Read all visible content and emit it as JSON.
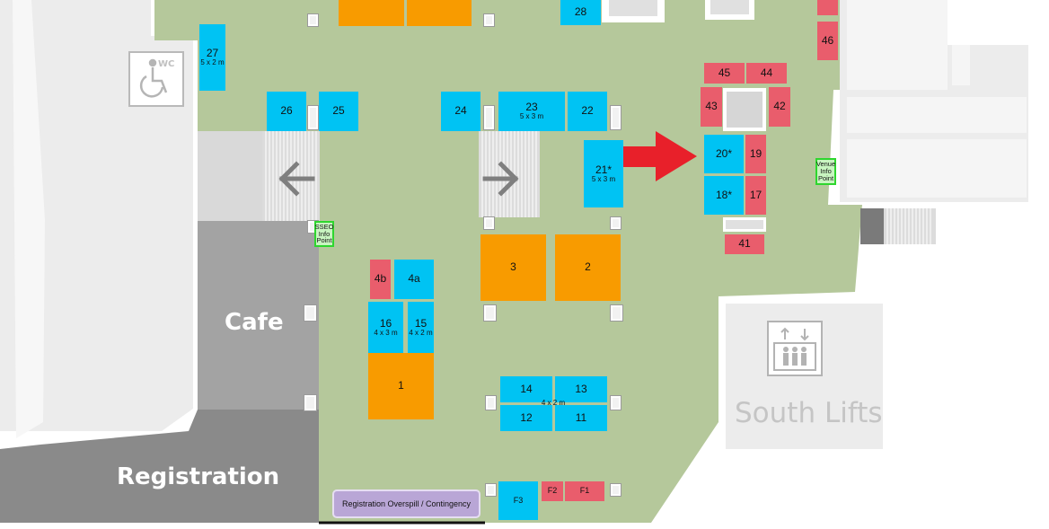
{
  "areas": {
    "wc": "WC",
    "cafe": "Cafe",
    "registration": "Registration",
    "south_lifts": "South Lifts",
    "overspill": "Registration Overspill / Contingency"
  },
  "info_points": {
    "sseo": [
      "SSEO",
      "Info",
      "Point"
    ],
    "venue": [
      "Venue",
      "Info",
      "Point"
    ]
  },
  "booths": {
    "b1": "1",
    "b2": "2",
    "b3": "3",
    "b4a": "4a",
    "b4b": "4b",
    "b11": "11",
    "b12": "12",
    "b13": "13",
    "b14": "14",
    "b15": "15",
    "b15_dim": "4 x 2 m",
    "b16": "16",
    "b16_dim": "4 x 3 m",
    "b17": "17",
    "b18": "18*",
    "b19": "19",
    "b20": "20*",
    "b21": "21*",
    "b21_dim": "5 x 3 m",
    "b22": "22",
    "b23": "23",
    "b23_dim": "5 x 3 m",
    "b24": "24",
    "b25": "25",
    "b26": "26",
    "b27": "27",
    "b27_dim": "5 x 2 m",
    "b28": "28",
    "b41": "41",
    "b42": "42",
    "b43": "43",
    "b44": "44",
    "b45": "45",
    "b46": "46",
    "f1": "F1",
    "f2": "F2",
    "f3": "F3",
    "cluster_dim": "4 x 2 m"
  },
  "colors": {
    "floor": "#b5c89b",
    "booth_blue": "#00c3f3",
    "booth_red": "#e95d6c",
    "booth_orange": "#f89b00",
    "highlight_arrow": "#e8202a",
    "cafe": "#a3a3a3",
    "registration": "#8a8a8a",
    "overspill": "#b9a6d6"
  },
  "icons": [
    "wheelchair-icon",
    "lift-icon",
    "arrow-left-icon",
    "arrow-right-icon",
    "highlight-arrow-icon"
  ]
}
